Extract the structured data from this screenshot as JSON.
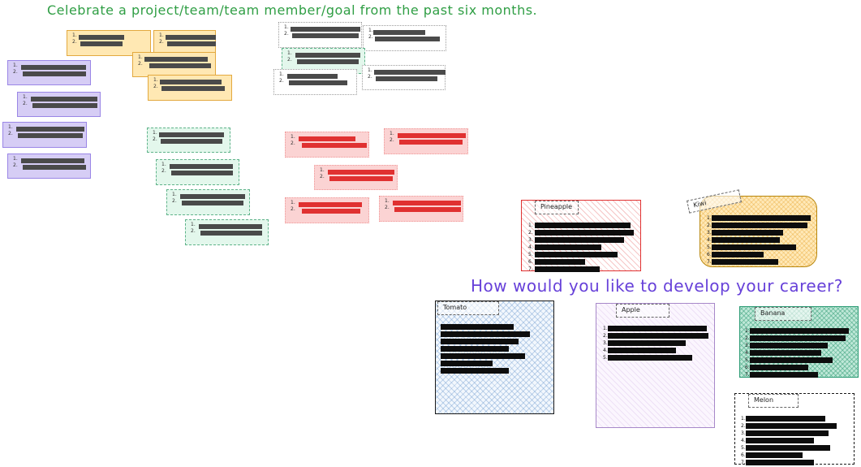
{
  "headings": {
    "celebrate": "Celebrate a project/team/team member/goal from the past six months.",
    "career": "How would you like to develop your career?"
  },
  "sticky_notes": {
    "numbers": [
      "1.",
      "2."
    ]
  },
  "boxes": {
    "pineapple": {
      "title": "Pineapple",
      "numbers": [
        "1.",
        "2.",
        "3.",
        "4.",
        "5.",
        "6.",
        "7."
      ]
    },
    "kiwi": {
      "title": "Kiwi",
      "numbers": [
        "1.",
        "2.",
        "3.",
        "4.",
        "5.",
        "6.",
        "7."
      ]
    },
    "tomato": {
      "title": "Tomato"
    },
    "apple": {
      "title": "Apple",
      "numbers": [
        "1.",
        "2.",
        "3.",
        "4.",
        "5."
      ]
    },
    "banana": {
      "title": "Banana",
      "numbers": [
        "1.",
        "2.",
        "3.",
        "4.",
        "5.",
        "6.",
        "7."
      ]
    },
    "melon": {
      "title": "Melon",
      "numbers": [
        "1.",
        "2.",
        "3.",
        "4.",
        "5.",
        "6.",
        "7."
      ]
    }
  },
  "colors": {
    "heading_green": "#2f9e44",
    "heading_purple": "#6741d9",
    "redaction_dark": "#4a4a4a",
    "redaction_black": "#0d0d0d",
    "redaction_red": "#e03131"
  }
}
